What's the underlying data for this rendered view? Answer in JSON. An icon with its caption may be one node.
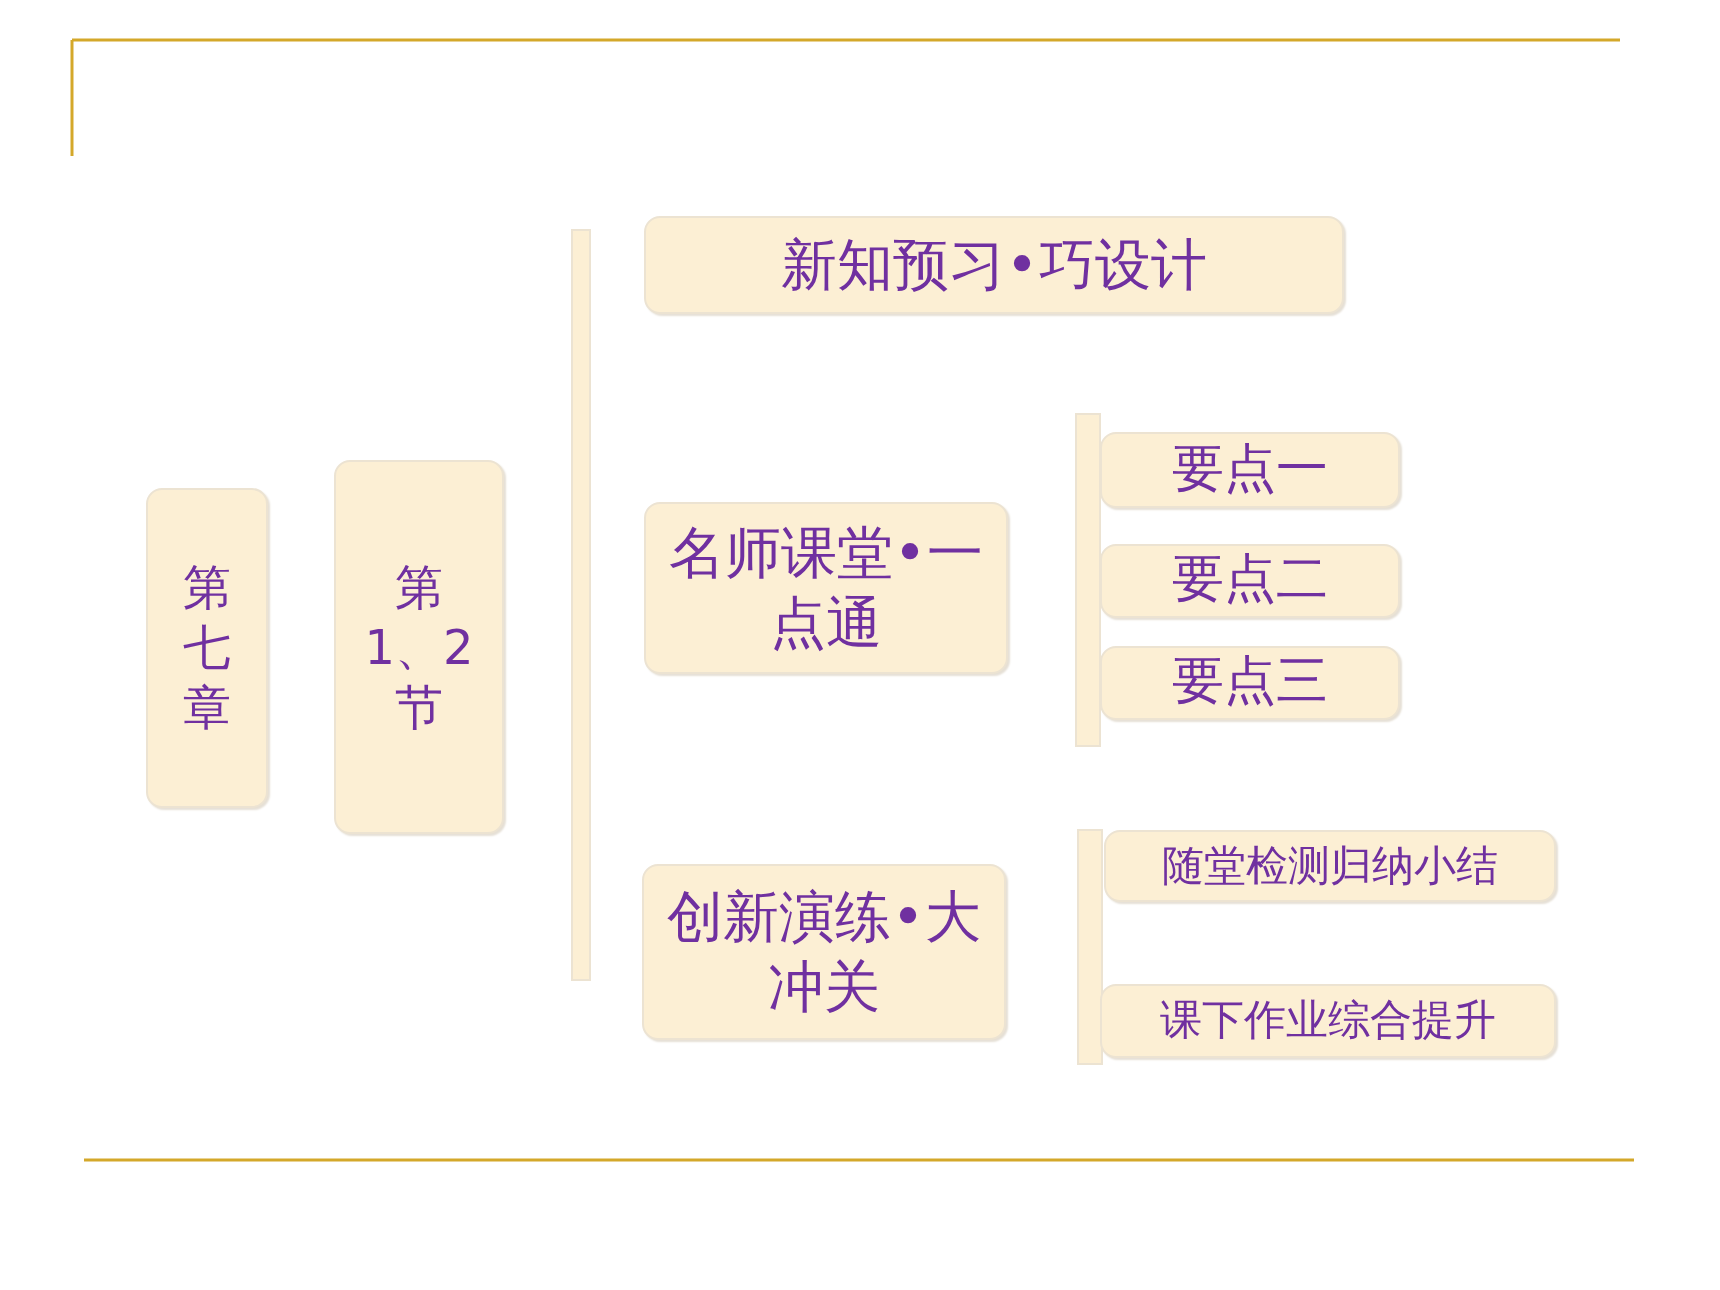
{
  "diagram": {
    "nodes": [
      {
        "text": [
          "第七章"
        ]
      },
      {
        "text": [
          "第1、2节"
        ]
      },
      {
        "text": [
          "新知预习•巧设计"
        ]
      },
      {
        "text": [
          "名师课堂•一点通"
        ]
      },
      {
        "text": [
          "要点一"
        ]
      },
      {
        "text": [
          "要点二"
        ]
      },
      {
        "text": [
          "要点三"
        ]
      },
      {
        "text": [
          "创新演练•大冲关"
        ]
      },
      {
        "text": [
          "随堂检测归纳小结"
        ]
      },
      {
        "text": [
          "课下作业综合提升"
        ]
      }
    ]
  }
}
